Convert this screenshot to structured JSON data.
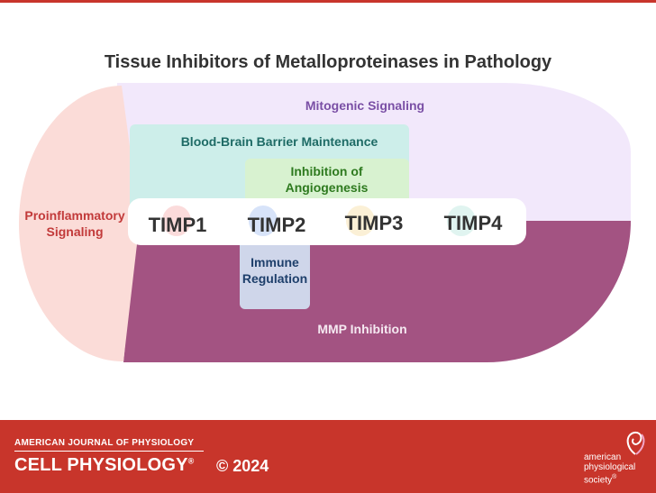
{
  "title": "Tissue Inhibitors of Metalloproteinases in Pathology",
  "regions": {
    "mitogenic": "Mitogenic Signaling",
    "bbb": "Blood-Brain Barrier Maintenance",
    "angiogenesis_line1": "Inhibition of",
    "angiogenesis_line2": "Angiogenesis",
    "proinflammatory_line1": "Proinflammatory",
    "proinflammatory_line2": "Signaling",
    "immune_line1": "Immune",
    "immune_line2": "Regulation",
    "mmp": "MMP Inhibition"
  },
  "timps": [
    "TIMP1",
    "TIMP2",
    "TIMP3",
    "TIMP4"
  ],
  "colors": {
    "proinflammatory": "#fbdcd8",
    "mitogenic": "#f2e8fb",
    "bbb": "#cdeeea",
    "angiogenesis": "#d8f2d0",
    "immune": "#cfd6ea",
    "mmp": "#a35382",
    "footer": "#c8352b"
  },
  "footer": {
    "journal_top": "AMERICAN JOURNAL OF PHYSIOLOGY",
    "journal_main": "CELL PHYSIOLOGY",
    "registered": "®",
    "year": "© 2024",
    "society_line1": "american",
    "society_line2": "physiological",
    "society_line3": "society",
    "society_tm": "®"
  }
}
